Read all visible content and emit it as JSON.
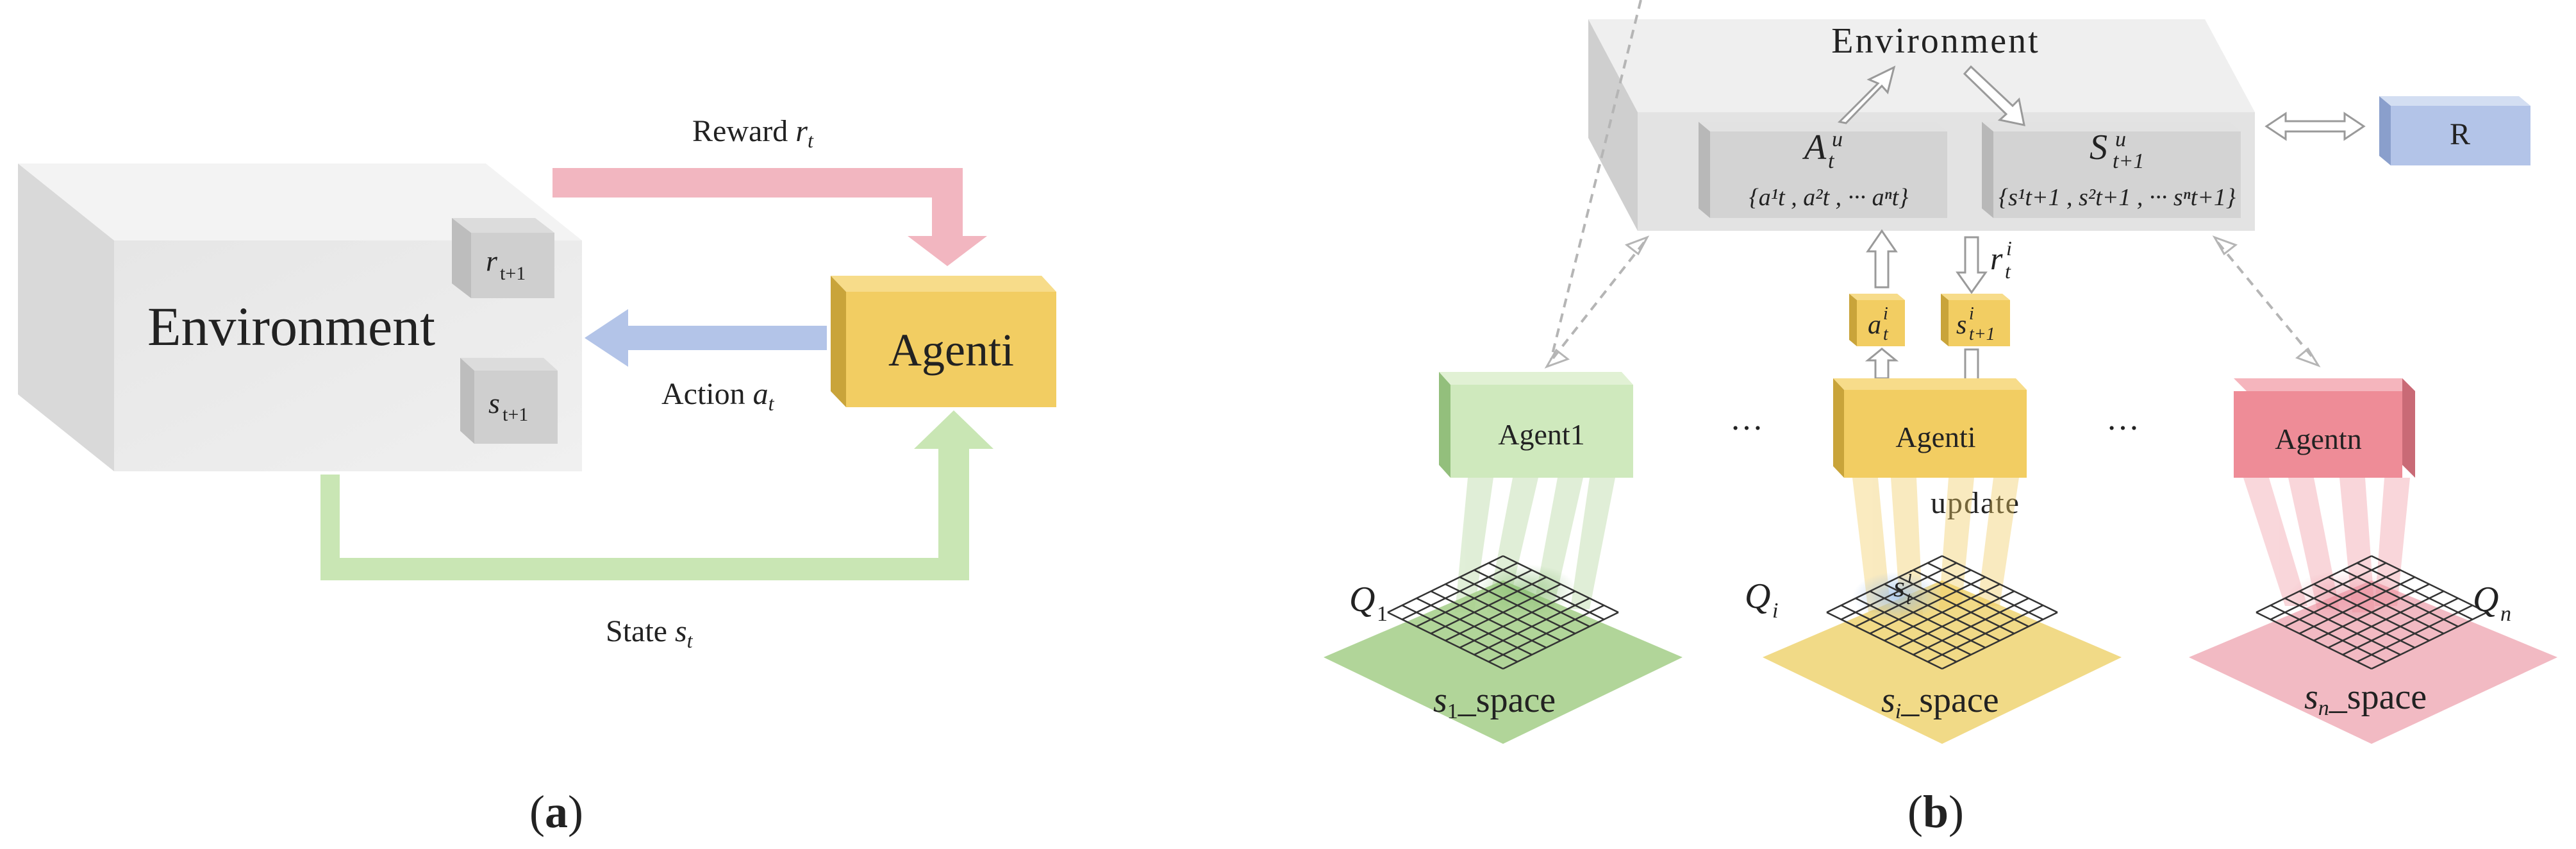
{
  "panel_a": {
    "caption_open": "(",
    "caption_letter": "a",
    "caption_close": ")",
    "environment_label": "Environment",
    "agent_label": "Agenti",
    "reward_prefix": "Reward ",
    "reward_var": "r",
    "reward_sub": "t",
    "action_prefix": "Action ",
    "action_var": "a",
    "action_sub": "t",
    "state_prefix": "State ",
    "state_var": "s",
    "state_sub": "t",
    "inner_reward_var": "r",
    "inner_reward_sub": "t+1",
    "inner_state_var": "s",
    "inner_state_sub": "t+1",
    "colors": {
      "reward": "#f2b6c0",
      "action": "#b3c4e8",
      "state": "#c9e6b4",
      "agent": "#f2cd62",
      "environment": "#e9e9e9"
    }
  },
  "panel_b": {
    "caption_open": "(",
    "caption_letter": "b",
    "caption_close": ")",
    "environment_label": "Environment",
    "r_label": "R",
    "joint_action": {
      "var": "A",
      "sub": "t",
      "sup": "u",
      "set": "{a¹t , a²t , ··· aⁿt}"
    },
    "joint_state": {
      "var": "S",
      "sub": "t+1",
      "sup": "u",
      "set": "{s¹t+1 , s²t+1 , ··· sⁿt+1}"
    },
    "reward_var": "r",
    "reward_sub": "t",
    "reward_sup": "i",
    "action_box": {
      "var": "a",
      "sub": "t",
      "sup": "i"
    },
    "state_box": {
      "var": "s",
      "sub": "t+1",
      "sup": "i"
    },
    "agents": [
      {
        "label": "Agent1",
        "q_var": "Q",
        "q_sub": "1",
        "space_var": "s",
        "space_sub": "1",
        "space_suffix": "_space",
        "color": "#cfe9bd",
        "floor": "#a9d08e"
      },
      {
        "label": "Agenti",
        "q_var": "Q",
        "q_sub": "i",
        "space_var": "s",
        "space_sub": "i",
        "space_suffix": "_space",
        "color": "#f2cd62",
        "floor": "#f0d67a"
      },
      {
        "label": "Agentn",
        "q_var": "Q",
        "q_sub": "n",
        "space_var": "s",
        "space_sub": "n",
        "space_suffix": "_space",
        "color": "#ee8c97",
        "floor": "#f1b3bd"
      }
    ],
    "ellipsis": "…",
    "update_label": "update",
    "grid_state": {
      "var": "s",
      "sub": "t",
      "sup": "i"
    }
  }
}
